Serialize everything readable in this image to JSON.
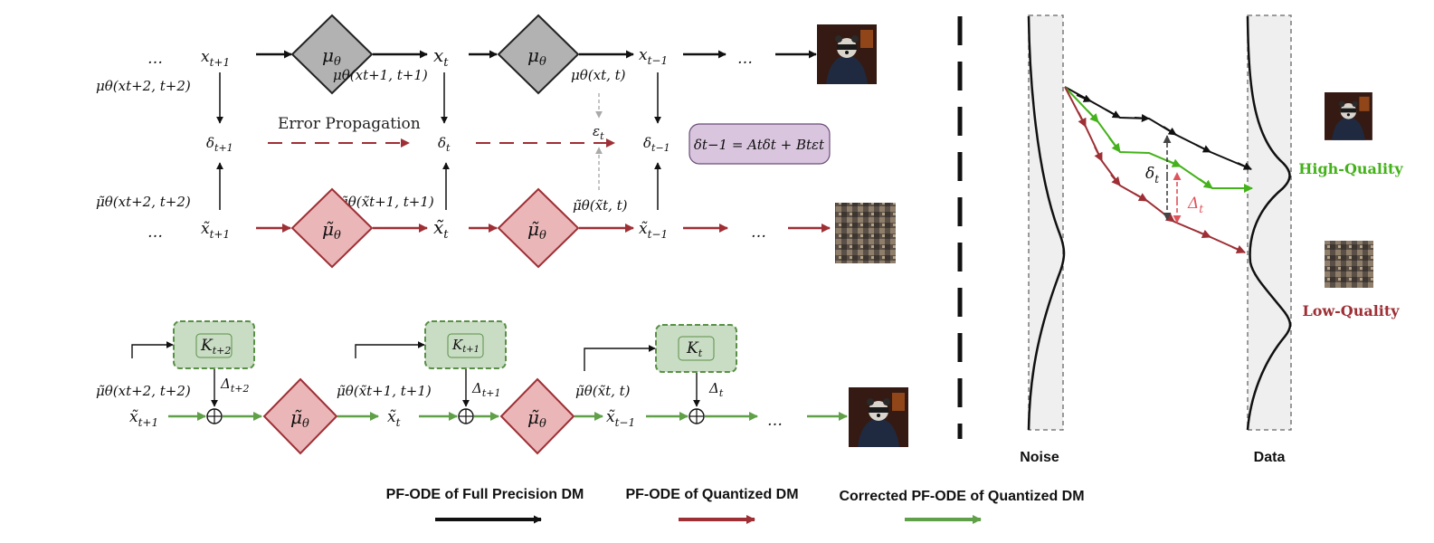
{
  "colors": {
    "full_precision": "#111111",
    "quantized": "#9e2f35",
    "corrected": "#5fa048",
    "green_bright": "#44b21a",
    "diamond_gray": "#b2b2b2",
    "diamond_pink": "#eab6b8",
    "box_green": "#c9ddc4",
    "formula_box": "#d9c6de",
    "noise_panel": "#efefef"
  },
  "top_row": {
    "ellipsis": "…",
    "x_t1": "x",
    "x_t1_sub": "t+1",
    "node_mu": "μ",
    "node_mu_sub": "θ",
    "x_t": "x",
    "x_t_sub": "t",
    "x_tm1": "x",
    "x_tm1_sub": "t−1",
    "mu_t2": "μθ(xt+2, t+2)",
    "mu_t1": "μθ(xt+1, t+1)",
    "mu_t": "μθ(xt, t)"
  },
  "error_row": {
    "label": "Error Propagation",
    "d_t1": "δ",
    "d_t1_sub": "t+1",
    "d_t": "δ",
    "d_t_sub": "t",
    "eps": "ε",
    "eps_sub": "t",
    "d_tm1": "δ",
    "d_tm1_sub": "t−1",
    "formula": "δt−1 = Atδt + Btεt"
  },
  "quant_row": {
    "xq_t1": "x̃",
    "xq_t1_sub": "t+1",
    "node": "μ̃",
    "node_sub": "θ",
    "xq_t": "x̃",
    "xq_t_sub": "t",
    "xq_tm1": "x̃",
    "xq_tm1_sub": "t−1",
    "mu_t2": "μ̃θ(xt+2, t+2)",
    "mu_t1": "μ̃θ(x̃t+1, t+1)",
    "mu_t": "μ̃θ(x̃t, t)"
  },
  "corrected_row": {
    "k1": "K",
    "k1_sub": "t+2",
    "k2": "K",
    "k2_sub": "t+1",
    "k3": "K",
    "k3_sub": "t",
    "delta1": "Δ",
    "delta1_sub": "t+2",
    "delta2": "Δ",
    "delta2_sub": "t+1",
    "delta3": "Δ",
    "delta3_sub": "t",
    "mu_t2": "μ̃θ(xt+2, t+2)",
    "mu_t1": "μ̃θ(x̃t+1, t+1)",
    "mu_t": "μ̃θ(x̃t, t)",
    "plus": "⊕"
  },
  "right_panel": {
    "noise_label": "Noise",
    "data_label": "Data",
    "high_quality": "High-Quality",
    "low_quality": "Low-Quality",
    "delta_label": "δ",
    "delta_sub": "t",
    "Delta_label": "Δ",
    "Delta_sub": "t"
  },
  "legend": {
    "full_precision": "PF-ODE of Full Precision DM",
    "quantized": "PF-ODE of Quantized DM",
    "corrected": "Corrected PF-ODE of Quantized DM"
  },
  "images": {
    "good_sample": "raccoon-sample-image",
    "bad_sample": "noisy-sample-image"
  }
}
